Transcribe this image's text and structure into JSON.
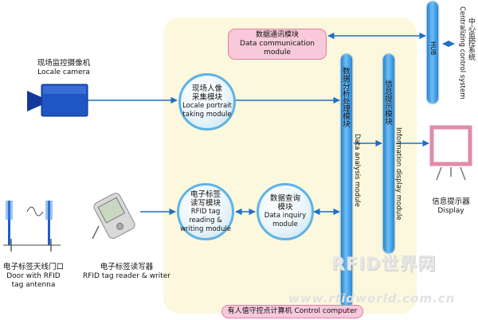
{
  "modules": {
    "data_comm": {
      "cn": "数据通讯模块",
      "en": "Data communication module"
    },
    "portrait": {
      "cn1": "现场人像",
      "cn2": "采集模块",
      "en1": "Locale portrait",
      "en2": "taking module"
    },
    "rfid_rw": {
      "cn1": "电子标签",
      "cn2": "读写模块",
      "en1": "RFID tag reading &",
      "en2": "writing module"
    },
    "inquiry": {
      "cn1": "数据查询",
      "cn2": "模块",
      "en1": "Data inquiry module"
    },
    "analysis": {
      "cn": "数据分析处理模块",
      "en": "Data analysis module"
    },
    "info_display": {
      "cn": "信息提示模块",
      "en": "Information display module"
    },
    "hub": {
      "label": "HUB"
    },
    "control_computer": {
      "label": "有人值守控点计算机 Control computer"
    }
  },
  "devices": {
    "camera": {
      "cn": "现场监控摄像机",
      "en": "Locale camera"
    },
    "door": {
      "cn": "电子标签天线门口",
      "en1": "Door with RFID",
      "en2": "tag antenna"
    },
    "reader": {
      "cn": "电子标签读写器",
      "en": "RFID tag reader & writer"
    },
    "display": {
      "cn": "信息提示器",
      "en": "Display"
    },
    "central": {
      "cn": "中心监控系统",
      "en": "Centralizing control system"
    }
  },
  "watermark": {
    "top": "RFID世界网",
    "bottom": "www.rfidworld.com.cn"
  },
  "colors": {
    "panel": "#fbf8dd",
    "pill": "#f7c9da",
    "bar": "#3a93de",
    "arrow": "#1e6fc4"
  }
}
